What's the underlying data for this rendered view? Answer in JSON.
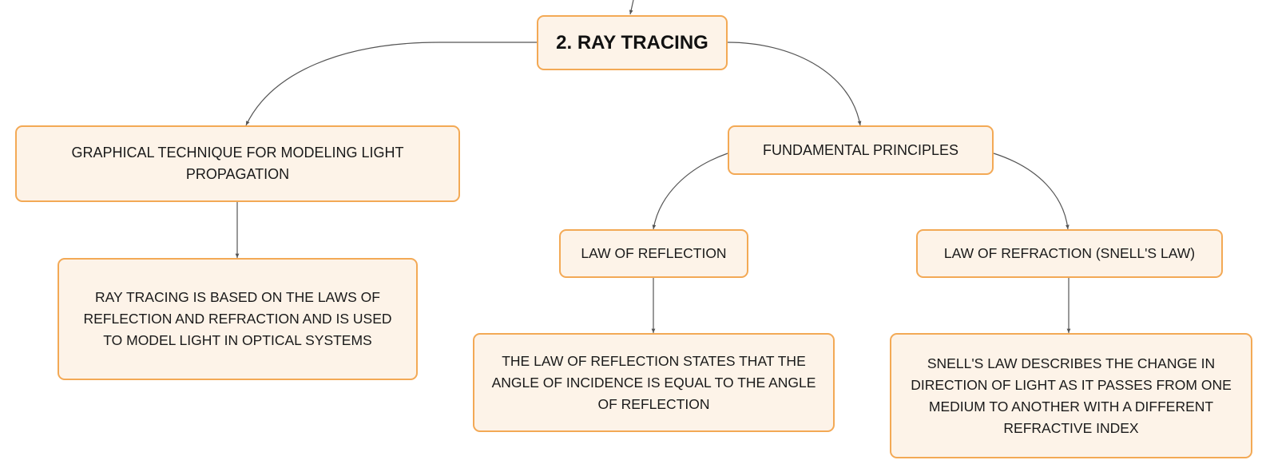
{
  "colors": {
    "node_fill": "#fdf3e8",
    "node_border": "#f3a955",
    "connector": "#555555",
    "text": "#1a1a1a"
  },
  "nodes": {
    "root": "2. RAY TRACING",
    "graphical_technique": "GRAPHICAL TECHNIQUE FOR MODELING LIGHT PROPAGATION",
    "ray_tracing_basis": "RAY TRACING IS BASED ON THE LAWS OF REFLECTION AND REFRACTION AND IS USED TO MODEL LIGHT IN OPTICAL SYSTEMS",
    "fundamental_principles": "FUNDAMENTAL PRINCIPLES",
    "law_of_reflection": "LAW OF REFLECTION",
    "law_of_reflection_detail": "THE LAW OF REFLECTION STATES THAT THE ANGLE OF INCIDENCE IS EQUAL TO THE ANGLE OF REFLECTION",
    "law_of_refraction": "LAW OF REFRACTION (SNELL'S LAW)",
    "law_of_refraction_detail": "SNELL'S LAW DESCRIBES THE CHANGE IN DIRECTION OF LIGHT AS IT PASSES FROM ONE MEDIUM TO ANOTHER WITH A DIFFERENT REFRACTIVE INDEX"
  },
  "edges": [
    {
      "from": "parent",
      "to": "root"
    },
    {
      "from": "root",
      "to": "graphical_technique"
    },
    {
      "from": "root",
      "to": "fundamental_principles"
    },
    {
      "from": "graphical_technique",
      "to": "ray_tracing_basis"
    },
    {
      "from": "fundamental_principles",
      "to": "law_of_reflection"
    },
    {
      "from": "fundamental_principles",
      "to": "law_of_refraction"
    },
    {
      "from": "law_of_reflection",
      "to": "law_of_reflection_detail"
    },
    {
      "from": "law_of_refraction",
      "to": "law_of_refraction_detail"
    }
  ]
}
